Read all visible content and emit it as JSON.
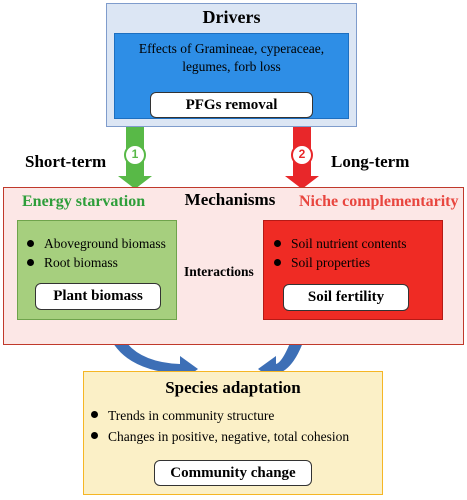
{
  "drivers": {
    "title": "Drivers",
    "effects_line1": "Effects of Gramineae, cyperaceae,",
    "effects_line2": "legumes, forb loss",
    "removal_label": "PFGs removal"
  },
  "pathways": {
    "short_term": {
      "label": "Short-term",
      "number": "1",
      "color": "#58b947"
    },
    "long_term": {
      "label": "Long-term",
      "number": "2",
      "color": "#e8272a"
    }
  },
  "mechanisms": {
    "title": "Mechanisms",
    "energy": {
      "heading": "Energy starvation",
      "items": [
        "Aboveground biomass",
        "Root biomass"
      ],
      "label": "Plant biomass",
      "color": "#a6cf7e"
    },
    "niche": {
      "heading": "Niche complementarity",
      "items": [
        "Soil nutrient contents",
        "Soil properties"
      ],
      "label": "Soil fertility",
      "color": "#ef2b24"
    },
    "interactions_label": "Interactions"
  },
  "species": {
    "title": "Species adaptation",
    "items": [
      "Trends in community structure",
      "Changes in positive, negative, total cohesion"
    ],
    "label": "Community change"
  },
  "colors": {
    "drivers_bg": "#dce6f4",
    "drivers_inner": "#2e8ee6",
    "mechanisms_bg": "#fce7e6",
    "species_bg": "#fbf0c7",
    "curved_arrow": "#3d6fb6",
    "interaction_arrow": "#a6a6a6"
  }
}
